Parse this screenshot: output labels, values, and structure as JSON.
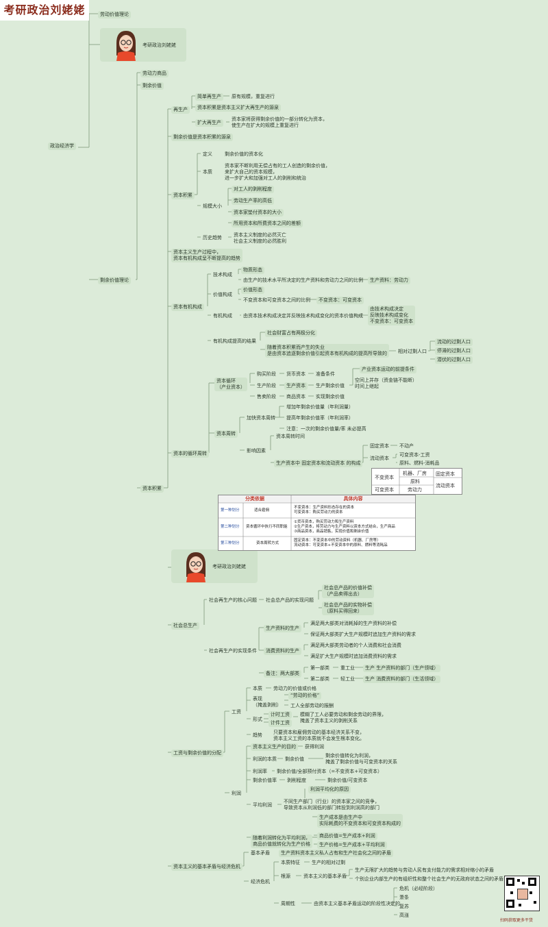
{
  "header": {
    "title": "考研政治刘姥姥"
  },
  "watermark_caption": "考研政治刘姥姥",
  "nodes": {
    "root": "政治经济学",
    "labor_theory": "劳动价值理论",
    "surplus_theory": "剩余价值理论",
    "labor_goods": "劳动力商品",
    "surplus_value": "剩余价值",
    "cap_accum": "资本积累",
    "reproduction": "再生产",
    "simple_repro": "简单再生产",
    "simple_desc": "原有规模，重复进行",
    "accum_source_repro": "资本积累是资本主义扩大再生产的源泉",
    "expand_repro": "扩大再生产",
    "expand_desc": "资本家将获得剩余价值的一部分转化为资本，\n使生产在扩大的规模上重复进行",
    "surplus_source": "剩余价值是资本积累的源泉",
    "accum": "资本积累",
    "definition": "定义",
    "def_desc": "剩余价值的资本化",
    "essence": "本质",
    "essence_desc": "资本家不断利用无偿占有的工人创造的剩余价值，\n来扩大自己的资本规模，\n进一步扩大和加强对工人的剥削和统治",
    "scale": "规模大小",
    "scale_1": "对工人的剥削程度",
    "scale_2": "劳动生产率的高低",
    "scale_3": "资本家垫付资本的大小",
    "scale_4": "所用资本和所费资本之间的差额",
    "trend": "历史趋势",
    "trend_desc": "资本主义制度的必然灭亡\n社会主义制度的必然胜利",
    "organic_title": "资本主义生产过程中，\n资本有机构成呈不断提高的趋势",
    "organic": "资本有机构成",
    "tech": "技术构成",
    "tech_1": "物质形态",
    "tech_2": "由生产的技术水平所决定的生产资料和劳动力之间的比例",
    "tech_2b": "生产资料：劳动力",
    "value_comp": "价值构成",
    "value_1": "价值形态",
    "value_2": "不变资本和可变资本之间的比例",
    "value_2b": "不变资本：可变资本",
    "org_comp": "有机构成",
    "org_desc": "由资本技术构成决定并反映技术构成变化的资本价值构成",
    "org_right": "由技术构成决定\n反映技术构成变化\n不变资本：可变资本",
    "org_result": "有机构成提高的结果",
    "res_1": "社会财富占有两极分化",
    "res_2": "随着资本积累而产生的失业\n是由资本追逐剩余价值引起资本有机构成的提高所导致的",
    "surplus_pop": "相对过剩人口",
    "pop_1": "流动的过剩人口",
    "pop_2": "停滞的过剩人口",
    "pop_3": "潜伏的过剩人口",
    "circ": "资本的循环周转",
    "cycle": "资本循环\n（产业资本）",
    "buy": "购买阶段",
    "buy_c": "货币资本",
    "buy_f": "准备条件",
    "prod": "生产阶段",
    "prod_c": "生产资本",
    "prod_f": "生产剩余价值",
    "sell": "售卖阶段",
    "sell_c": "商品资本",
    "sell_f": "实现剩余价值",
    "prereq": "产业资本运动的前提条件",
    "prereq_desc": "空间上并存（资金链不能断）\n时间上继起",
    "turnover": "资本周转",
    "speed": "加快资本周转",
    "speed_1": "增加年剩余价值量（年利润量）",
    "speed_2": "提高年剩余价值率（年利润率）",
    "speed_3": "注意：一次的剩余价值量/率 未必提高",
    "factors": "影响因素",
    "factor_1": "资本周转时间",
    "factor_2": "生产资本中 固定资本和流动资本 的构成",
    "fixed": "固定资本",
    "fixed_d": "不动产",
    "liquid": "流动资本",
    "liquid_d1": "可变资本-工资",
    "liquid_d2": "原料、燃料-消耗品",
    "tbl2": {
      "c1": "不变资本",
      "c2": "机器、厂房",
      "c3": "固定资本",
      "c4": "原料",
      "c5": "可变资本",
      "c6": "劳动力",
      "c7": "流动资本"
    },
    "tbl1": {
      "h1": "分类依据",
      "h2": "具体内容",
      "r1a": "第一种划分",
      "r1b": "适合雇佣",
      "r1c": "不变资本：生产资料形态存在的资本\n可变资本：购买劳动力的资本",
      "r2a": "第二种划分",
      "r2b": "资本循环中执行不同职能",
      "r2c": "①货币资本，购买劳动力和生产资料\n②生产资本，将劳动力与生产资料以资本方式结合，生产商品\n③商品资本，商品销售，实现价值和剩余价值",
      "r3a": "第三种划分",
      "r3b": "资本周转方式",
      "r3c": "固定资本：不变资本中的劳动资料（机器、厂房等）\n流动资本：可变资本+不变资本中的原料、燃料等消耗品"
    },
    "social_repro": "社会总生产",
    "core_issue": "社会再生产的核心问题",
    "realization": "社会总产品的实现问题",
    "real_1": "社会总产品的价值补偿\n（产品卖得出去）",
    "real_2": "社会总产品的实物补偿\n（原料买得回来）",
    "conditions": "社会再生产的实现条件",
    "means_prod": "生产资料的生产",
    "mp_1": "满足两大部类对消耗掉的生产资料的补偿",
    "mp_2": "保证两大部类扩大生产规模时追加生产资料的需求",
    "cons_prod": "消费资料的生产",
    "cp_1": "满足两大部类劳动者的个人消费和社会消费",
    "cp_2": "满足扩大生产规模时追加消费资料的需求",
    "note_two": "备注：两大部类",
    "dept1": "第一部类",
    "heavy": "重工业",
    "dept1_d": "生产 生产资料的部门（生产领域）",
    "dept2": "第二部类",
    "light": "轻工业",
    "dept2_d": "生产 消费资料的部门（生活领域）",
    "wage_dist": "工资与剩余价值的分配",
    "wage": "工资",
    "w_ess": "本质",
    "w_ess_d": "劳动力的价值或价格",
    "w_rep": "表现\n（掩盖剥削）",
    "w_rep_1": "“劳动的价格”",
    "w_rep_2": "工人全部劳动的报酬",
    "w_form": "形式",
    "w_time": "计时工资",
    "w_piece": "计件工资",
    "w_form_d": "模糊了工人必要劳动和剩余劳动的界限，\n掩盖了资本主义的剥削关系",
    "w_trend": "趋势",
    "w_trend_d": "只要资本和雇佣劳动的基本经济关系不变，\n资本主义工资的本质就不会发生根本变化。",
    "profit": "利润",
    "p_goal": "资本主义生产的目的",
    "p_goal_d": "获得利润",
    "p_ess": "利润的本质",
    "p_ess_m": "剩余价值",
    "p_ess_d": "剩余价值转化为利润，\n掩盖了剩余价值与可变资本的关系",
    "p_rate": "利润率",
    "p_rate_d": "剩余价值/全部预付资本（=不变资本+可变资本）",
    "s_rate": "剩余价值率",
    "s_rate_m": "剥削程度",
    "s_rate_d": "剩余价值/可变资本",
    "avg_cause": "利润平均化的原因",
    "avg": "平均利润",
    "avg_d": "不同生产部门（行业）的资本家之间的竞争，\n导致资本从利润低的部门转投到利润高的部门",
    "cost_d": "生产成本是由生产中\n实际耗费的不变资本和可变资本构成的",
    "transform": "随着利润转化为平均利润，\n商品价值就转化为生产价格",
    "price_1": "商品价值=生产成本+利润",
    "price_2": "生产价格=生产成本+平均利润",
    "contra": "资本主义的基本矛盾与经济危机",
    "basic_contra": "基本矛盾",
    "basic_d": "生产资料资本主义私人占有和生产社会化之间的矛盾",
    "crisis": "经济危机",
    "c_feat": "本质特征",
    "c_feat_d": "生产的相对过剩",
    "c_root": "根源",
    "c_root_m": "资本主义的基本矛盾",
    "c_root_1": "生产无限扩大的趋势与劳动人民有支付能力的需求相对缩小的矛盾",
    "c_root_2": "个别企业内部生产的有组织性和整个社会生产的无政府状态之间的矛盾",
    "c_period": "周期性",
    "c_period_d": "由资本主义基本矛盾运动的阶段性决定的",
    "ph_1": "危机（必经阶段）",
    "ph_2": "萧条",
    "ph_3": "复苏",
    "ph_4": "高涨"
  },
  "qr_caption": "扫码获取更多干货",
  "colors": {
    "background": "#dcebd9",
    "box": "#cfe2cb",
    "line": "#7f9a7a",
    "title_red": "#8a2b1c",
    "table_header_red": "#c0392b",
    "table_row_blue": "#2a4fa0"
  }
}
